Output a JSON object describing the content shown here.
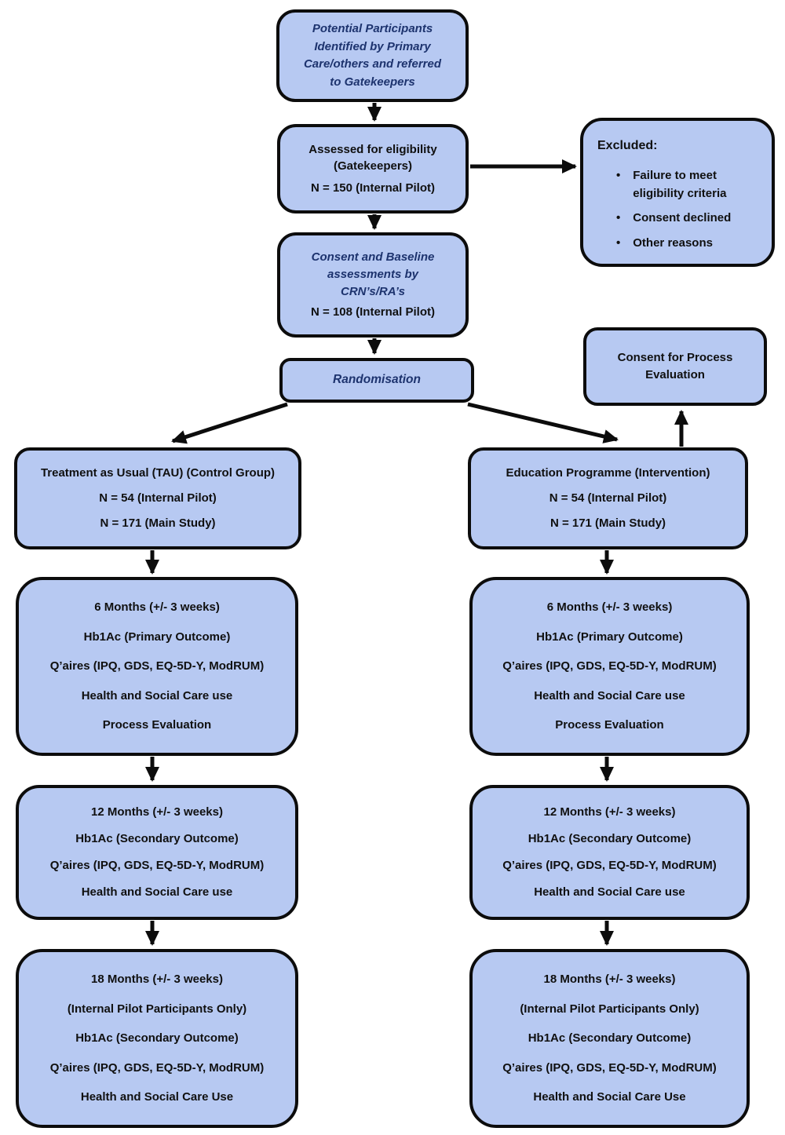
{
  "style": {
    "box_fill": "#b7c9f2",
    "box_border": "#0c0c0c",
    "navy_text": "#1d336e",
    "black_text": "#101010",
    "arrow_color": "#0c0c0c"
  },
  "icons": {
    "bullet": "•"
  },
  "flowchart": {
    "potential_participants": {
      "lines": [
        "Potential Participants",
        "Identified by Primary",
        "Care/others and referred",
        "to Gatekeepers"
      ]
    },
    "assessed_eligibility": {
      "title": "Assessed for eligibility (Gatekeepers)",
      "n_line": "N = 150 (Internal Pilot)"
    },
    "excluded": {
      "title": "Excluded:",
      "bullets": [
        "Failure to meet eligibility criteria",
        "Consent declined",
        "Other reasons"
      ]
    },
    "consent_baseline": {
      "title": "Consent and Baseline assessments by CRN’s/RA’s",
      "n_line": "N = 108 (Internal Pilot)"
    },
    "randomisation": {
      "label": "Randomisation"
    },
    "consent_process": {
      "label": "Consent for Process Evaluation"
    },
    "control_group": {
      "title": "Treatment as Usual (TAU) (Control Group)",
      "n_pilot": "N = 54 (Internal Pilot)",
      "n_main": "N = 171 (Main Study)"
    },
    "intervention_group": {
      "title": "Education Programme (Intervention)",
      "n_pilot": "N = 54 (Internal Pilot)",
      "n_main": "N = 171 (Main Study)"
    },
    "six_months": {
      "lines": [
        "6 Months (+/- 3 weeks)",
        "Hb1Ac (Primary Outcome)",
        "Q’aires (IPQ, GDS, EQ-5D-Y, ModRUM)",
        "Health and Social Care use",
        "Process Evaluation"
      ]
    },
    "twelve_months": {
      "lines": [
        "12 Months (+/- 3 weeks)",
        "Hb1Ac (Secondary Outcome)",
        "Q’aires (IPQ, GDS, EQ-5D-Y, ModRUM)",
        "Health and Social Care use"
      ]
    },
    "eighteen_months": {
      "lines": [
        "18 Months (+/- 3 weeks)",
        "(Internal Pilot Participants Only)",
        "Hb1Ac (Secondary Outcome)",
        "Q’aires (IPQ, GDS, EQ-5D-Y, ModRUM)",
        "Health and Social Care Use"
      ]
    }
  }
}
